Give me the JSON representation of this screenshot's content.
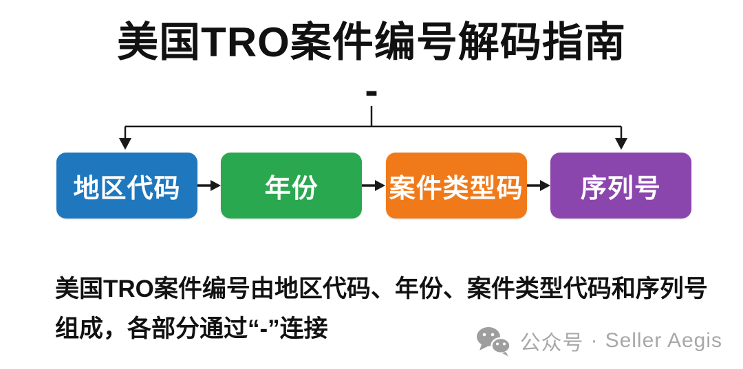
{
  "title": "美国TRO案件编号解码指南",
  "hyphen_separator": "-",
  "segments": [
    {
      "label": "地区代码",
      "color": "#1f78be"
    },
    {
      "label": "年份",
      "color": "#2aa84f"
    },
    {
      "label": "案件类型码",
      "color": "#f07a1a"
    },
    {
      "label": "序列号",
      "color": "#8b46ad"
    }
  ],
  "connector": {
    "line_color": "#1a1a1a",
    "arrow_icon": "arrow-down-icon"
  },
  "flow_arrow_icon": "arrow-right-icon",
  "description": {
    "line1": "美国TRO案件编号由地区代码、年份、案件类型代码和序列号",
    "line2": "组成，各部分通过“-”连接"
  },
  "watermark": {
    "icon": "wechat-icon",
    "icon_color": "#9e9e9e",
    "platform": "公众号",
    "separator": "·",
    "account": "Seller Aegis",
    "text_color": "#a8a8a8"
  }
}
